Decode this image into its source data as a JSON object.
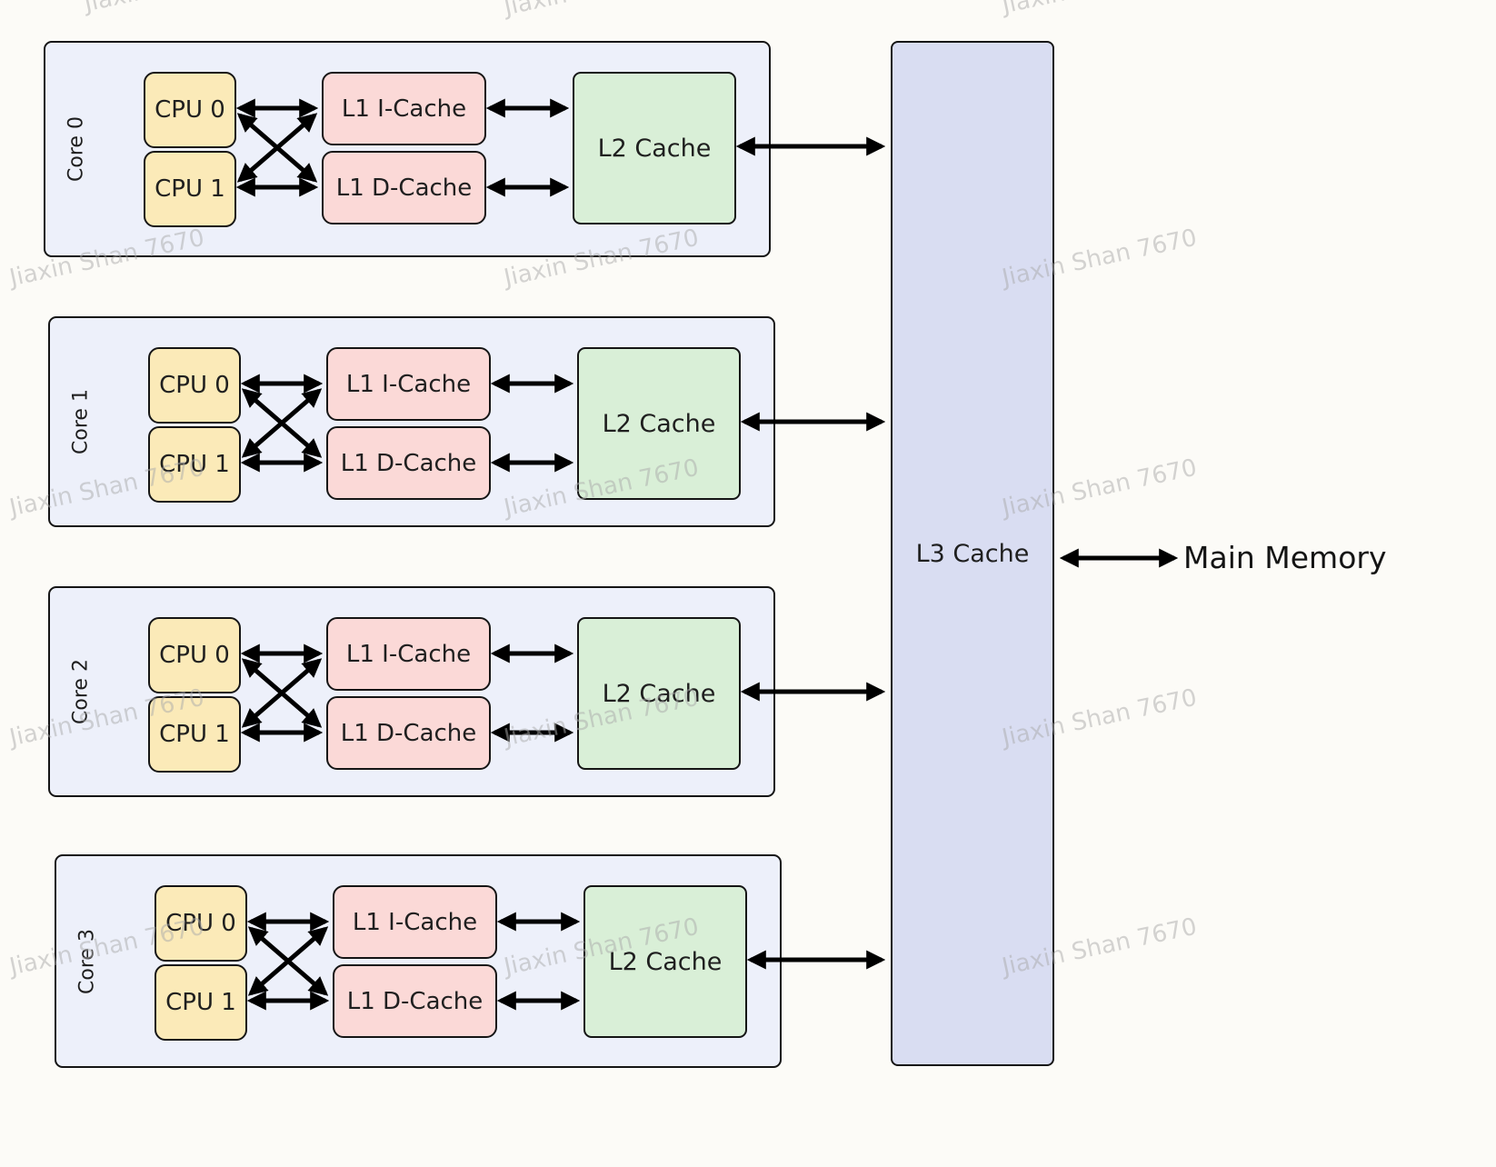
{
  "watermark": {
    "text": "Jiaxin Shan 7670"
  },
  "cores": [
    {
      "label": "Core 0",
      "cpu0": "CPU 0",
      "cpu1": "CPU 1",
      "l1i": "L1 I-Cache",
      "l1d": "L1 D-Cache",
      "l2": "L2 Cache"
    },
    {
      "label": "Core 1",
      "cpu0": "CPU 0",
      "cpu1": "CPU 1",
      "l1i": "L1 I-Cache",
      "l1d": "L1 D-Cache",
      "l2": "L2 Cache"
    },
    {
      "label": "Core 2",
      "cpu0": "CPU 0",
      "cpu1": "CPU 1",
      "l1i": "L1 I-Cache",
      "l1d": "L1 D-Cache",
      "l2": "L2 Cache"
    },
    {
      "label": "Core 3",
      "cpu0": "CPU 0",
      "cpu1": "CPU 1",
      "l1i": "L1 I-Cache",
      "l1d": "L1 D-Cache",
      "l2": "L2 Cache"
    }
  ],
  "l3": {
    "label": "L3 Cache"
  },
  "main_memory": {
    "label": "Main Memory"
  },
  "colors": {
    "cpu": "#fbeab8",
    "l1": "#fbd9d7",
    "l2": "#d9efd7",
    "l3": "#d9ddf2",
    "core_bg": "#edf0fa"
  }
}
